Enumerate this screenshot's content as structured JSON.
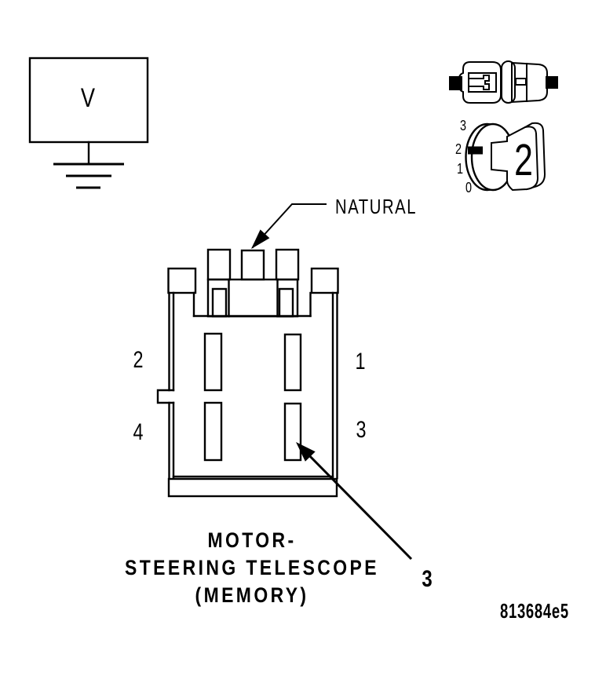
{
  "colors": {
    "ink": "#000000",
    "background": "#ffffff"
  },
  "voltmeter": {
    "label": "V"
  },
  "meter_dial": {
    "marks": [
      "3",
      "2",
      "1",
      "0"
    ],
    "setting": "2"
  },
  "connector": {
    "wire_color_label": "NATURAL",
    "cavity_labels": {
      "upper_left": "2",
      "upper_right": "1",
      "lower_left": "4",
      "lower_right": "3"
    },
    "callout_label": "3"
  },
  "caption": {
    "line1": "MOTOR-",
    "line2": "STEERING TELESCOPE",
    "line3": "(MEMORY)"
  },
  "figure_code": "813684e5"
}
